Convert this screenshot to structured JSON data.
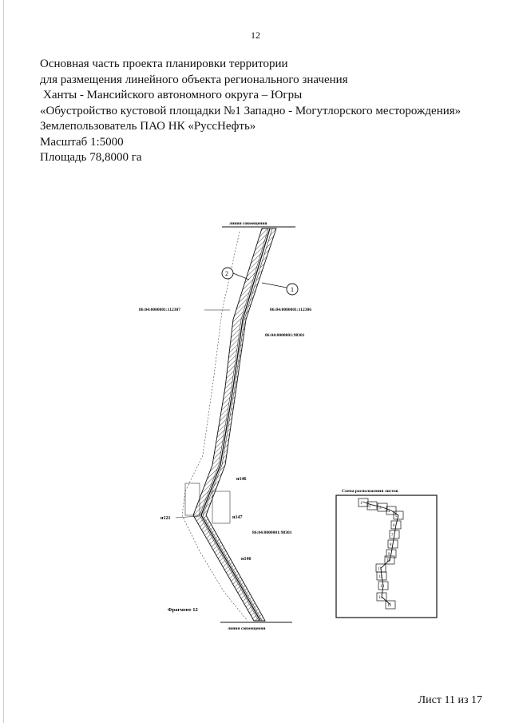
{
  "page_number": "12",
  "header": {
    "lines": [
      "Основная часть проекта планировки территории",
      "для размещения линейного объекта  регионального значения",
      " Ханты - Мансийского автономного  округа – Югры",
      "«Обустройство кустовой площадки №1 Западно - Могутлорского месторождения»",
      "Землепользователь  ПАО НК «РуссНефть»",
      "Масштаб 1:5000",
      "Площадь 78,8000 га"
    ]
  },
  "drawing": {
    "top_label": "линия совмещения",
    "bottom_label": "линия совмещения",
    "fragment_label": "Фрагмент 12",
    "callouts": [
      "2",
      "1"
    ],
    "parcels": [
      "86:04:0000001:112307",
      "86:04:0000001:112306",
      "86:04:0000001:98301",
      "86:04:0000001:98301"
    ],
    "points": [
      "н146",
      "н121",
      "н147",
      "н146"
    ]
  },
  "inset": {
    "title": "Схема расположения листов",
    "sheets": [
      "1",
      "2",
      "3",
      "4",
      "5",
      "6",
      "7",
      "8",
      "9",
      "10",
      "11",
      "12",
      "13",
      "14",
      "15"
    ]
  },
  "footer": {
    "sheet_label": "Лист 11 из 17"
  }
}
